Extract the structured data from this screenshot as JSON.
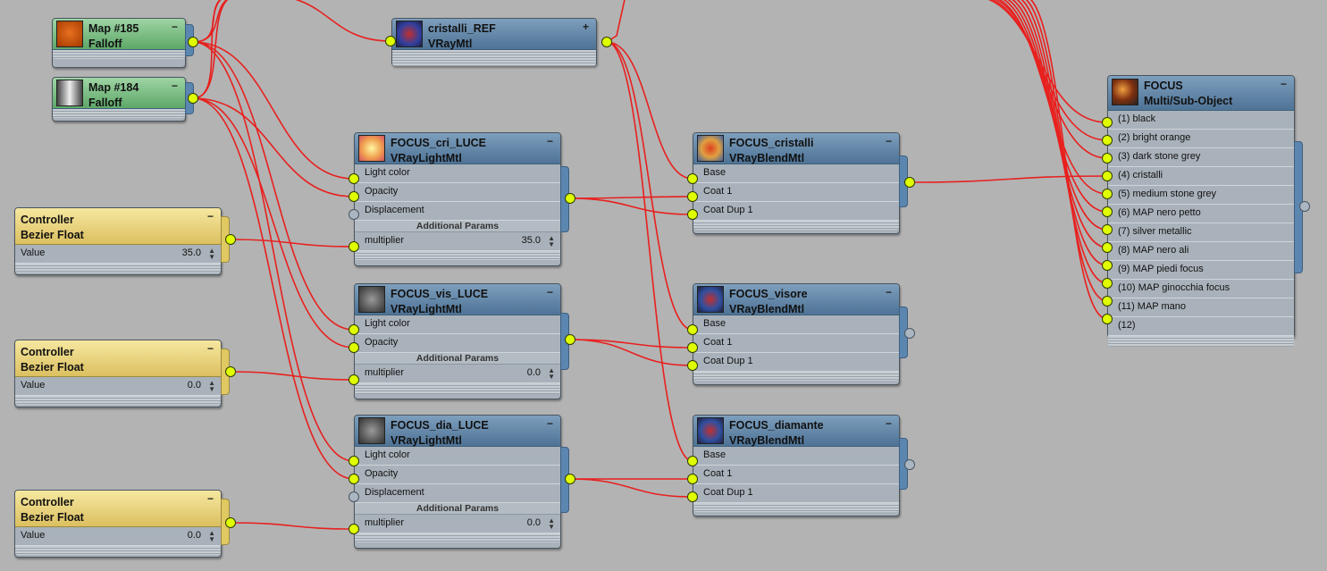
{
  "nodes": {
    "map185": {
      "name": "Map #185",
      "type": "Falloff"
    },
    "map184": {
      "name": "Map #184",
      "type": "Falloff"
    },
    "cristalli_ref": {
      "name": "cristalli_REF",
      "type": "VRayMtl"
    },
    "cri_luce": {
      "name": "FOCUS_cri_LUCE",
      "type": "VRayLightMtl",
      "rows": [
        "Light color",
        "Opacity",
        "Displacement"
      ],
      "section": "Additional Params",
      "param": "multiplier",
      "value": "35.0"
    },
    "vis_luce": {
      "name": "FOCUS_vis_LUCE",
      "type": "VRayLightMtl",
      "rows": [
        "Light color",
        "Opacity"
      ],
      "section": "Additional Params",
      "param": "multiplier",
      "value": "0.0"
    },
    "dia_luce": {
      "name": "FOCUS_dia_LUCE",
      "type": "VRayLightMtl",
      "rows": [
        "Light color",
        "Opacity",
        "Displacement"
      ],
      "section": "Additional Params",
      "param": "multiplier",
      "value": "0.0"
    },
    "ctrl1": {
      "name": "Controller",
      "type": "Bezier Float",
      "label": "Value",
      "value": "35.0"
    },
    "ctrl2": {
      "name": "Controller",
      "type": "Bezier Float",
      "label": "Value",
      "value": "0.0"
    },
    "ctrl3": {
      "name": "Controller",
      "type": "Bezier Float",
      "label": "Value",
      "value": "0.0"
    },
    "cristalli": {
      "name": "FOCUS_cristalli",
      "type": "VRayBlendMtl",
      "rows": [
        "Base",
        "Coat 1",
        "Coat Dup 1"
      ]
    },
    "visore": {
      "name": "FOCUS_visore",
      "type": "VRayBlendMtl",
      "rows": [
        "Base",
        "Coat 1",
        "Coat Dup 1"
      ]
    },
    "diamante": {
      "name": "FOCUS_diamante",
      "type": "VRayBlendMtl",
      "rows": [
        "Base",
        "Coat 1",
        "Coat Dup 1"
      ]
    },
    "focus": {
      "name": "FOCUS",
      "type": "Multi/Sub-Object",
      "rows": [
        "(1) black",
        "(2) bright orange",
        "(3) dark stone grey",
        "(4) cristalli",
        "(5) medium stone grey",
        "(6) MAP nero petto",
        "(7) silver metallic",
        "(8) MAP nero ali",
        "(9) MAP piedi focus",
        "(10) MAP ginocchia focus",
        "(11) MAP mano",
        "(12)"
      ]
    }
  },
  "colors": {
    "wire": "#e8201e",
    "port": "#dfff00",
    "header_blue": "#5a7fa3",
    "header_green": "#6cb878",
    "header_yellow": "#e9d57c",
    "canvas": "#b3b3b3"
  },
  "icons": {
    "minimize": "minimize-icon",
    "plus": "plus-icon",
    "spinner": "spinner-arrows-icon"
  },
  "symbols": {
    "minimize": "−",
    "plus": "+",
    "spin_up": "▲",
    "spin_down": "▼"
  }
}
